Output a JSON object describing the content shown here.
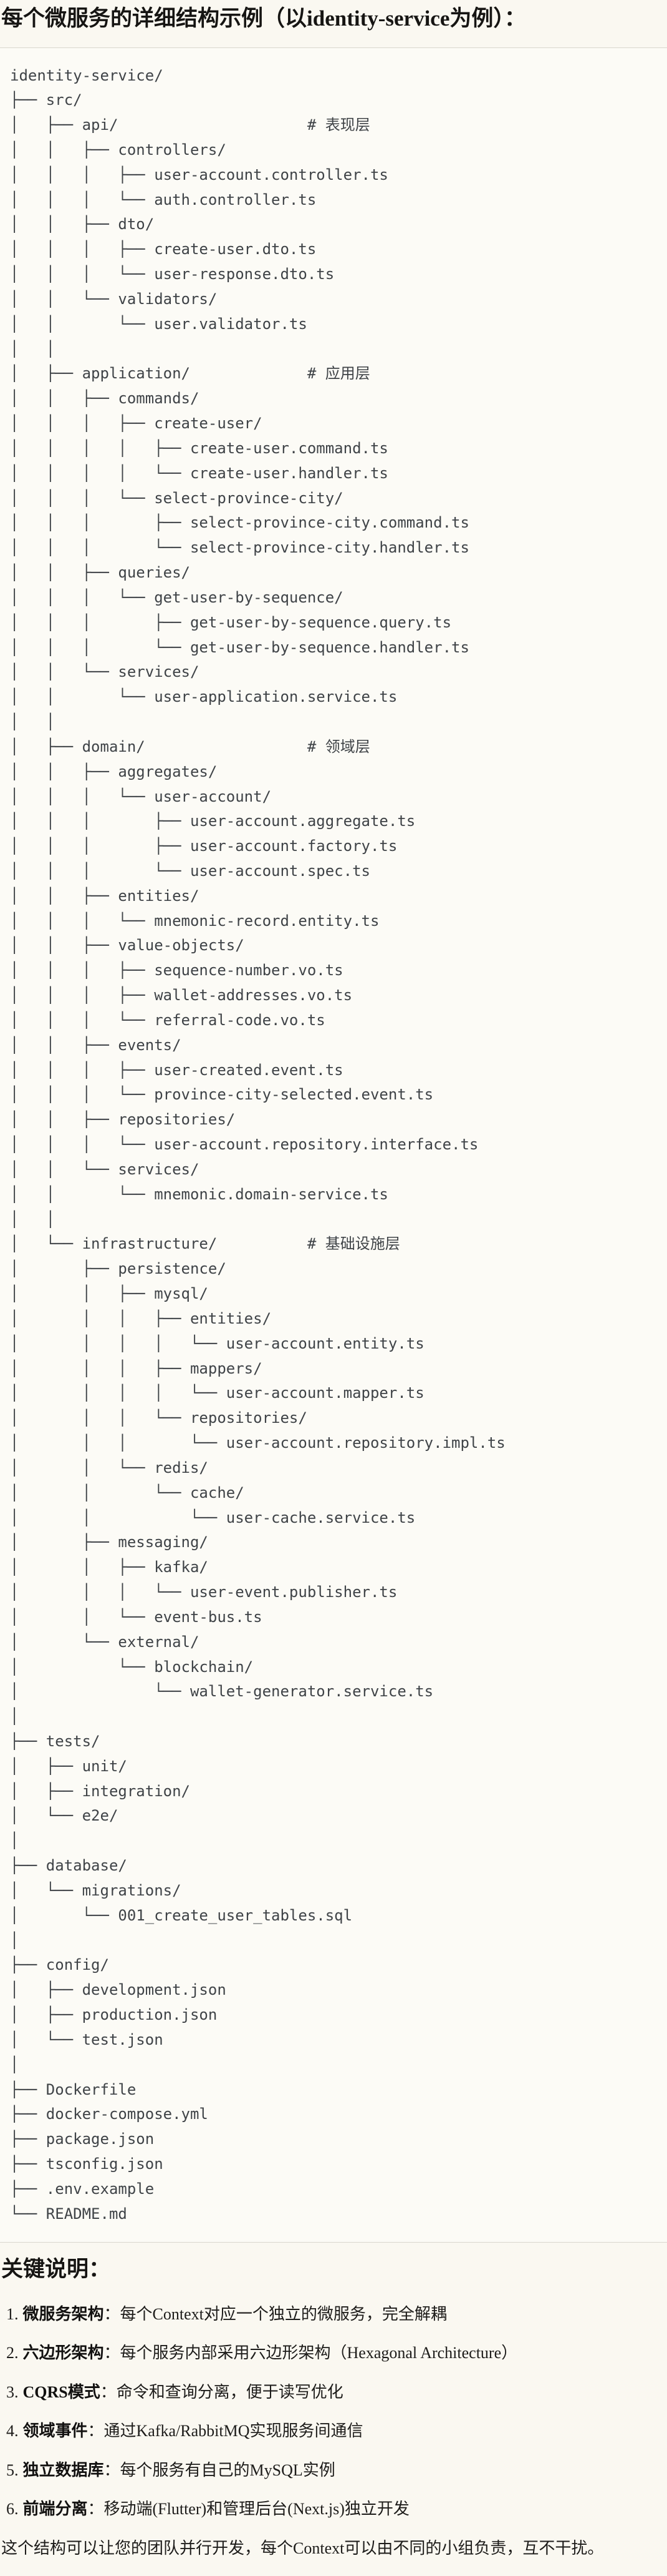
{
  "doc": {
    "title": "每个微服务的详细结构示例（以identity-service为例）：",
    "notes_heading": "关键说明：",
    "closing": "这个结构可以让您的团队并行开发，每个Context可以由不同的小组负责，互不干扰。"
  },
  "tree": {
    "root_folder": "identity-service/",
    "layer_comments": [
      "# 表现层",
      "# 应用层",
      "# 领域层",
      "# 基础设施层"
    ],
    "lines": [
      "identity-service/",
      "├── src/",
      "│   ├── api/                     # 表现层",
      "│   │   ├── controllers/",
      "│   │   │   ├── user-account.controller.ts",
      "│   │   │   └── auth.controller.ts",
      "│   │   ├── dto/",
      "│   │   │   ├── create-user.dto.ts",
      "│   │   │   └── user-response.dto.ts",
      "│   │   └── validators/",
      "│   │       └── user.validator.ts",
      "│   │",
      "│   ├── application/             # 应用层",
      "│   │   ├── commands/",
      "│   │   │   ├── create-user/",
      "│   │   │   │   ├── create-user.command.ts",
      "│   │   │   │   └── create-user.handler.ts",
      "│   │   │   └── select-province-city/",
      "│   │   │       ├── select-province-city.command.ts",
      "│   │   │       └── select-province-city.handler.ts",
      "│   │   ├── queries/",
      "│   │   │   └── get-user-by-sequence/",
      "│   │   │       ├── get-user-by-sequence.query.ts",
      "│   │   │       └── get-user-by-sequence.handler.ts",
      "│   │   └── services/",
      "│   │       └── user-application.service.ts",
      "│   │",
      "│   ├── domain/                  # 领域层",
      "│   │   ├── aggregates/",
      "│   │   │   └── user-account/",
      "│   │   │       ├── user-account.aggregate.ts",
      "│   │   │       ├── user-account.factory.ts",
      "│   │   │       └── user-account.spec.ts",
      "│   │   ├── entities/",
      "│   │   │   └── mnemonic-record.entity.ts",
      "│   │   ├── value-objects/",
      "│   │   │   ├── sequence-number.vo.ts",
      "│   │   │   ├── wallet-addresses.vo.ts",
      "│   │   │   └── referral-code.vo.ts",
      "│   │   ├── events/",
      "│   │   │   ├── user-created.event.ts",
      "│   │   │   └── province-city-selected.event.ts",
      "│   │   ├── repositories/",
      "│   │   │   └── user-account.repository.interface.ts",
      "│   │   └── services/",
      "│   │       └── mnemonic.domain-service.ts",
      "│   │",
      "│   └── infrastructure/          # 基础设施层",
      "│       ├── persistence/",
      "│       │   ├── mysql/",
      "│       │   │   ├── entities/",
      "│       │   │   │   └── user-account.entity.ts",
      "│       │   │   ├── mappers/",
      "│       │   │   │   └── user-account.mapper.ts",
      "│       │   │   └── repositories/",
      "│       │   │       └── user-account.repository.impl.ts",
      "│       │   └── redis/",
      "│       │       └── cache/",
      "│       │           └── user-cache.service.ts",
      "│       ├── messaging/",
      "│       │   ├── kafka/",
      "│       │   │   └── user-event.publisher.ts",
      "│       │   └── event-bus.ts",
      "│       └── external/",
      "│           └── blockchain/",
      "│               └── wallet-generator.service.ts",
      "│",
      "├── tests/",
      "│   ├── unit/",
      "│   ├── integration/",
      "│   └── e2e/",
      "│",
      "├── database/",
      "│   └── migrations/",
      "│       └── 001_create_user_tables.sql",
      "│",
      "├── config/",
      "│   ├── development.json",
      "│   ├── production.json",
      "│   └── test.json",
      "│",
      "├── Dockerfile",
      "├── docker-compose.yml",
      "├── package.json",
      "├── tsconfig.json",
      "├── .env.example",
      "└── README.md"
    ]
  },
  "notes": {
    "items": [
      {
        "num": "1.",
        "term": "微服务架构",
        "desc": "：每个Context对应一个独立的微服务，完全解耦"
      },
      {
        "num": "2.",
        "term": "六边形架构",
        "desc": "：每个服务内部采用六边形架构（Hexagonal Architecture）"
      },
      {
        "num": "3.",
        "term": "CQRS模式",
        "desc": "：命令和查询分离，便于读写优化"
      },
      {
        "num": "4.",
        "term": "领域事件",
        "desc": "：通过Kafka/RabbitMQ实现服务间通信"
      },
      {
        "num": "5.",
        "term": "独立数据库",
        "desc": "：每个服务有自己的MySQL实例"
      },
      {
        "num": "6.",
        "term": "前端分离",
        "desc": "：移动端(Flutter)和管理后台(Next.js)独立开发"
      }
    ]
  },
  "colors": {
    "page_bg": "#FAF8F1",
    "code_bg": "#FCFBF6",
    "code_border": "#D8D6CD",
    "code_text": "#3F4347",
    "body_text": "#1D1C1A"
  }
}
